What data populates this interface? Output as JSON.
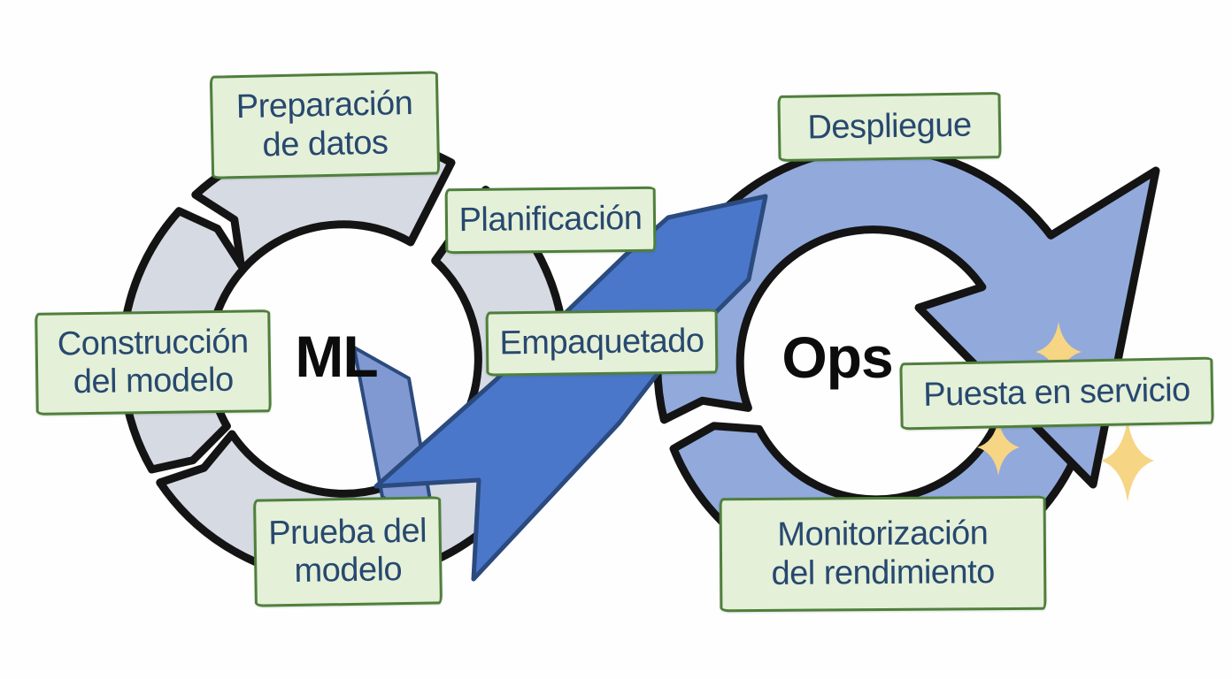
{
  "diagram": {
    "title_implied": "MLOps lifecycle loop",
    "ml_label": "ML",
    "ops_label": "Ops",
    "stages": [
      {
        "id": "preparacion-de-datos",
        "label": "Preparación\nde datos"
      },
      {
        "id": "planificacion",
        "label": "Planificación"
      },
      {
        "id": "construccion-del-modelo",
        "label": "Construcción\ndel modelo"
      },
      {
        "id": "empaquetado",
        "label": "Empaquetado"
      },
      {
        "id": "despliegue",
        "label": "Despliegue"
      },
      {
        "id": "puesta-en-servicio",
        "label": "Puesta en servicio"
      },
      {
        "id": "prueba-del-modelo",
        "label": "Prueba del\nmodelo"
      },
      {
        "id": "monitorizacion-del-rendimiento",
        "label": "Monitorización\ndel rendimiento"
      }
    ],
    "colors": {
      "ml_ring": "#d6dae3",
      "ops_ring": "#92a9dc",
      "cross_arrow": "#4a77c9",
      "cross_arrow_edge": "#2b4a7e",
      "outline": "#141414",
      "label_bg": "#e4f0d8",
      "label_border": "#4f7f3c",
      "label_text": "#27486f",
      "sparkle": "#f6d584",
      "loop_text": "#0c0c0c"
    }
  }
}
